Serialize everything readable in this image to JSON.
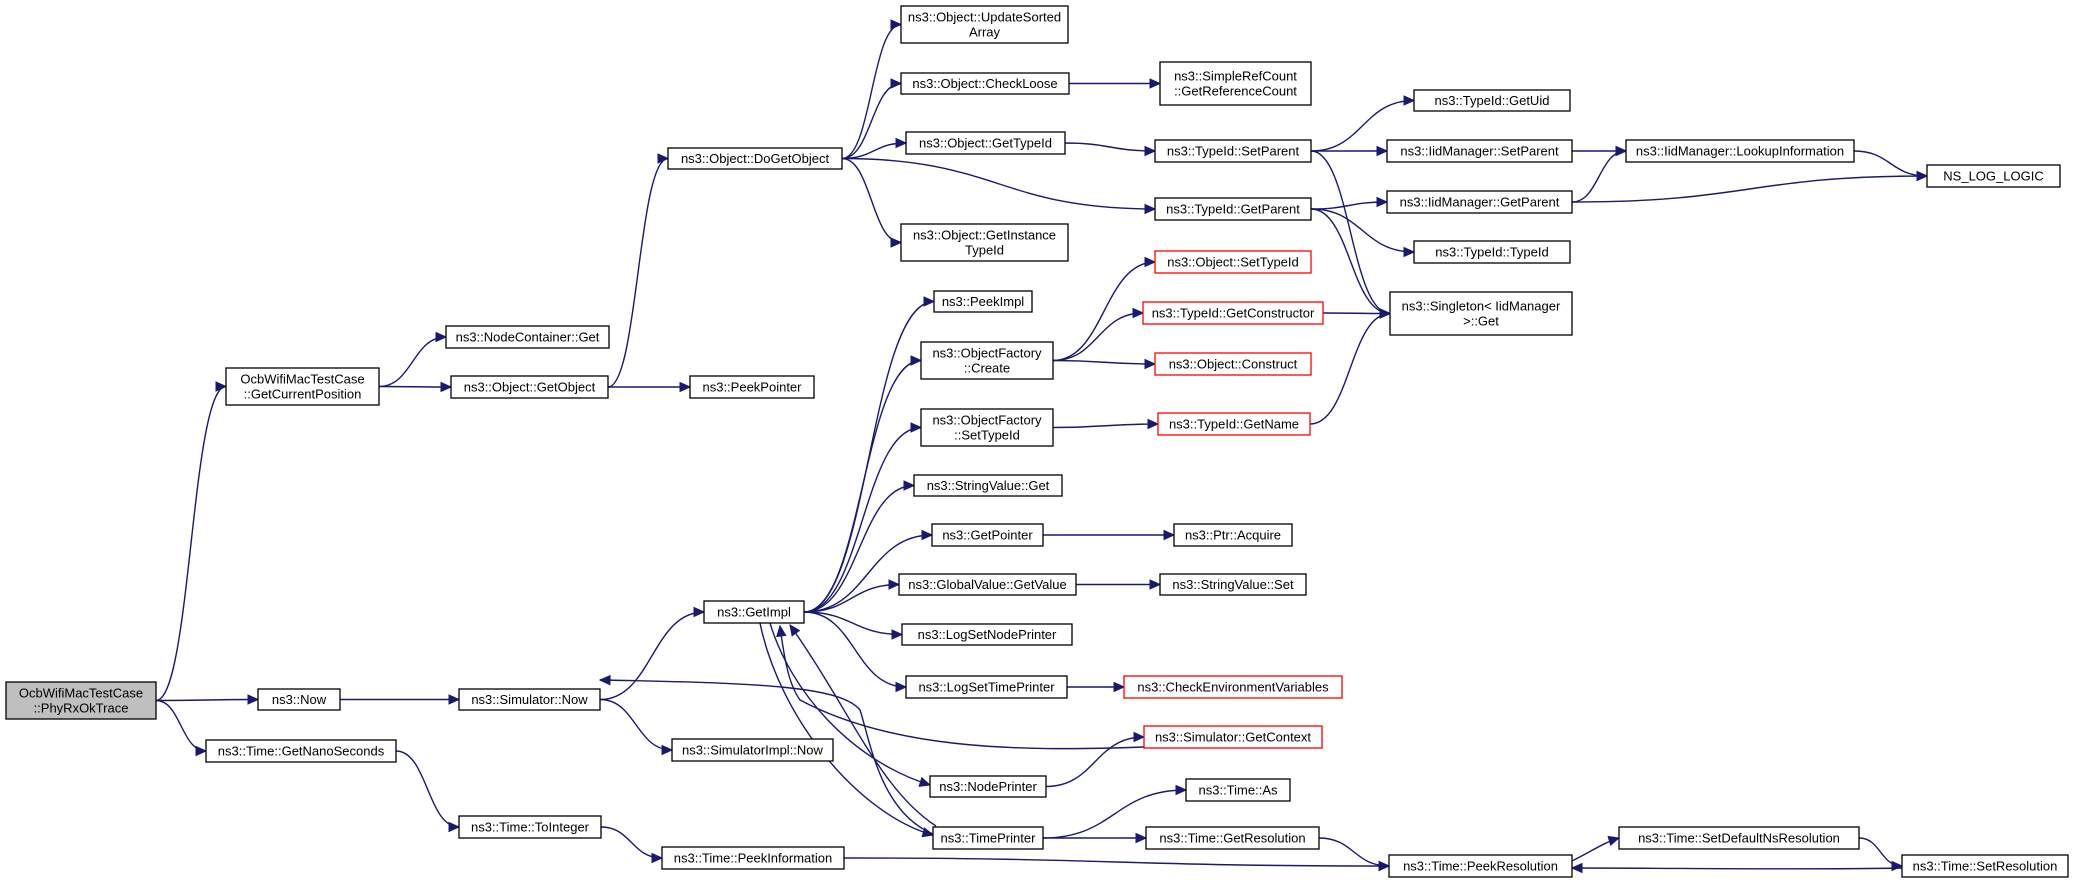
{
  "nodes": [
    {
      "id": "root",
      "lines": [
        "OcbWifiMacTestCase",
        "::PhyRxOkTrace"
      ],
      "style": "root"
    },
    {
      "id": "getCurrentPosition",
      "lines": [
        "OcbWifiMacTestCase",
        "::GetCurrentPosition"
      ]
    },
    {
      "id": "now",
      "lines": [
        "ns3::Now"
      ]
    },
    {
      "id": "getNanoSeconds",
      "lines": [
        "ns3::Time::GetNanoSeconds"
      ]
    },
    {
      "id": "nodeContainerGet",
      "lines": [
        "ns3::NodeContainer::Get"
      ]
    },
    {
      "id": "objectGetObject",
      "lines": [
        "ns3::Object::GetObject"
      ]
    },
    {
      "id": "simulatorNow",
      "lines": [
        "ns3::Simulator::Now"
      ]
    },
    {
      "id": "timeToInteger",
      "lines": [
        "ns3::Time::ToInteger"
      ]
    },
    {
      "id": "doGetObject",
      "lines": [
        "ns3::Object::DoGetObject"
      ]
    },
    {
      "id": "peekPointer",
      "lines": [
        "ns3::PeekPointer"
      ]
    },
    {
      "id": "getImpl",
      "lines": [
        "ns3::GetImpl"
      ]
    },
    {
      "id": "simulatorImplNow",
      "lines": [
        "ns3::SimulatorImpl::Now"
      ]
    },
    {
      "id": "peekInformation",
      "lines": [
        "ns3::Time::PeekInformation"
      ]
    },
    {
      "id": "updateSortedArray",
      "lines": [
        "ns3::Object::UpdateSorted",
        "Array"
      ]
    },
    {
      "id": "checkLoose",
      "lines": [
        "ns3::Object::CheckLoose"
      ]
    },
    {
      "id": "objectGetTypeId",
      "lines": [
        "ns3::Object::GetTypeId"
      ]
    },
    {
      "id": "getInstanceTypeId",
      "lines": [
        "ns3::Object::GetInstance",
        "TypeId"
      ]
    },
    {
      "id": "peekImpl",
      "lines": [
        "ns3::PeekImpl"
      ]
    },
    {
      "id": "objectFactoryCreate",
      "lines": [
        "ns3::ObjectFactory",
        "::Create"
      ]
    },
    {
      "id": "objectFactorySetTypeId",
      "lines": [
        "ns3::ObjectFactory",
        "::SetTypeId"
      ]
    },
    {
      "id": "stringValueGet",
      "lines": [
        "ns3::StringValue::Get"
      ]
    },
    {
      "id": "getPointer",
      "lines": [
        "ns3::GetPointer"
      ]
    },
    {
      "id": "globalValueGetValue",
      "lines": [
        "ns3::GlobalValue::GetValue"
      ]
    },
    {
      "id": "logSetNodePrinter",
      "lines": [
        "ns3::LogSetNodePrinter"
      ]
    },
    {
      "id": "logSetTimePrinter",
      "lines": [
        "ns3::LogSetTimePrinter"
      ]
    },
    {
      "id": "nodePrinter",
      "lines": [
        "ns3::NodePrinter"
      ]
    },
    {
      "id": "timePrinter",
      "lines": [
        "ns3::TimePrinter"
      ]
    },
    {
      "id": "getReferenceCount",
      "lines": [
        "ns3::SimpleRefCount",
        "::GetReferenceCount"
      ]
    },
    {
      "id": "typeIdSetParent",
      "lines": [
        "ns3::TypeId::SetParent"
      ]
    },
    {
      "id": "typeIdGetParent",
      "lines": [
        "ns3::TypeId::GetParent"
      ]
    },
    {
      "id": "objectSetTypeId",
      "lines": [
        "ns3::Object::SetTypeId"
      ],
      "style": "red"
    },
    {
      "id": "typeIdGetConstructor",
      "lines": [
        "ns3::TypeId::GetConstructor"
      ],
      "style": "red"
    },
    {
      "id": "objectConstruct",
      "lines": [
        "ns3::Object::Construct"
      ],
      "style": "red"
    },
    {
      "id": "typeIdGetName",
      "lines": [
        "ns3::TypeId::GetName"
      ],
      "style": "red"
    },
    {
      "id": "ptrAcquire",
      "lines": [
        "ns3::Ptr::Acquire"
      ]
    },
    {
      "id": "stringValueSet",
      "lines": [
        "ns3::StringValue::Set"
      ]
    },
    {
      "id": "checkEnvironmentVariables",
      "lines": [
        "ns3::CheckEnvironmentVariables"
      ],
      "style": "red"
    },
    {
      "id": "simulatorGetContext",
      "lines": [
        "ns3::Simulator::GetContext"
      ],
      "style": "red"
    },
    {
      "id": "timeAs",
      "lines": [
        "ns3::Time::As"
      ]
    },
    {
      "id": "timeGetResolution",
      "lines": [
        "ns3::Time::GetResolution"
      ]
    },
    {
      "id": "typeIdGetUid",
      "lines": [
        "ns3::TypeId::GetUid"
      ]
    },
    {
      "id": "iidManagerSetParent",
      "lines": [
        "ns3::IidManager::SetParent"
      ]
    },
    {
      "id": "iidManagerGetParent",
      "lines": [
        "ns3::IidManager::GetParent"
      ]
    },
    {
      "id": "typeIdTypeId",
      "lines": [
        "ns3::TypeId::TypeId"
      ]
    },
    {
      "id": "singletonGet",
      "lines": [
        "ns3::Singleton< IidManager",
        " >::Get"
      ]
    },
    {
      "id": "peekResolution",
      "lines": [
        "ns3::Time::PeekResolution"
      ]
    },
    {
      "id": "lookupInformation",
      "lines": [
        "ns3::IidManager::LookupInformation"
      ]
    },
    {
      "id": "setDefaultNsResolution",
      "lines": [
        "ns3::Time::SetDefaultNsResolution"
      ]
    },
    {
      "id": "nsLogLogic",
      "lines": [
        "NS_LOG_LOGIC"
      ]
    },
    {
      "id": "timeSetResolution",
      "lines": [
        "ns3::Time::SetResolution"
      ]
    }
  ],
  "edges": [
    [
      "root",
      "getCurrentPosition"
    ],
    [
      "root",
      "now"
    ],
    [
      "root",
      "getNanoSeconds"
    ],
    [
      "getCurrentPosition",
      "nodeContainerGet"
    ],
    [
      "getCurrentPosition",
      "objectGetObject"
    ],
    [
      "objectGetObject",
      "doGetObject"
    ],
    [
      "objectGetObject",
      "peekPointer"
    ],
    [
      "doGetObject",
      "updateSortedArray"
    ],
    [
      "doGetObject",
      "checkLoose"
    ],
    [
      "doGetObject",
      "objectGetTypeId"
    ],
    [
      "doGetObject",
      "typeIdGetParent"
    ],
    [
      "doGetObject",
      "getInstanceTypeId"
    ],
    [
      "checkLoose",
      "getReferenceCount"
    ],
    [
      "objectGetTypeId",
      "typeIdSetParent"
    ],
    [
      "typeIdSetParent",
      "typeIdGetUid"
    ],
    [
      "typeIdSetParent",
      "iidManagerSetParent"
    ],
    [
      "typeIdSetParent",
      "singletonGet"
    ],
    [
      "typeIdGetParent",
      "iidManagerGetParent"
    ],
    [
      "typeIdGetParent",
      "typeIdTypeId"
    ],
    [
      "typeIdGetParent",
      "singletonGet"
    ],
    [
      "iidManagerSetParent",
      "lookupInformation"
    ],
    [
      "iidManagerGetParent",
      "lookupInformation"
    ],
    [
      "iidManagerGetParent",
      "nsLogLogic"
    ],
    [
      "lookupInformation",
      "nsLogLogic"
    ],
    [
      "now",
      "simulatorNow"
    ],
    [
      "simulatorNow",
      "getImpl"
    ],
    [
      "simulatorNow",
      "simulatorImplNow"
    ],
    [
      "getNanoSeconds",
      "timeToInteger"
    ],
    [
      "timeToInteger",
      "peekInformation"
    ],
    [
      "peekInformation",
      "peekResolution"
    ],
    [
      "getImpl",
      "peekImpl"
    ],
    [
      "getImpl",
      "objectFactoryCreate"
    ],
    [
      "getImpl",
      "objectFactorySetTypeId"
    ],
    [
      "getImpl",
      "stringValueGet"
    ],
    [
      "getImpl",
      "getPointer"
    ],
    [
      "getImpl",
      "globalValueGetValue"
    ],
    [
      "getImpl",
      "logSetNodePrinter"
    ],
    [
      "getImpl",
      "logSetTimePrinter"
    ],
    [
      "getImpl",
      "nodePrinter"
    ],
    [
      "getImpl",
      "timePrinter"
    ],
    [
      "objectFactoryCreate",
      "objectSetTypeId"
    ],
    [
      "objectFactoryCreate",
      "typeIdGetConstructor"
    ],
    [
      "objectFactoryCreate",
      "objectConstruct"
    ],
    [
      "typeIdGetConstructor",
      "singletonGet"
    ],
    [
      "objectFactorySetTypeId",
      "typeIdGetName"
    ],
    [
      "typeIdGetName",
      "singletonGet"
    ],
    [
      "getPointer",
      "ptrAcquire"
    ],
    [
      "globalValueGetValue",
      "stringValueSet"
    ],
    [
      "logSetTimePrinter",
      "checkEnvironmentVariables"
    ],
    [
      "simulatorGetContext",
      "getImpl"
    ],
    [
      "nodePrinter",
      "simulatorGetContext"
    ],
    [
      "timePrinter",
      "simulatorNow"
    ],
    [
      "timePrinter",
      "getImpl"
    ],
    [
      "timePrinter",
      "timeAs"
    ],
    [
      "timePrinter",
      "timeGetResolution"
    ],
    [
      "timeGetResolution",
      "peekResolution"
    ],
    [
      "peekResolution",
      "setDefaultNsResolution"
    ],
    [
      "setDefaultNsResolution",
      "timeSetResolution"
    ],
    [
      "timeSetResolution",
      "peekResolution"
    ]
  ]
}
